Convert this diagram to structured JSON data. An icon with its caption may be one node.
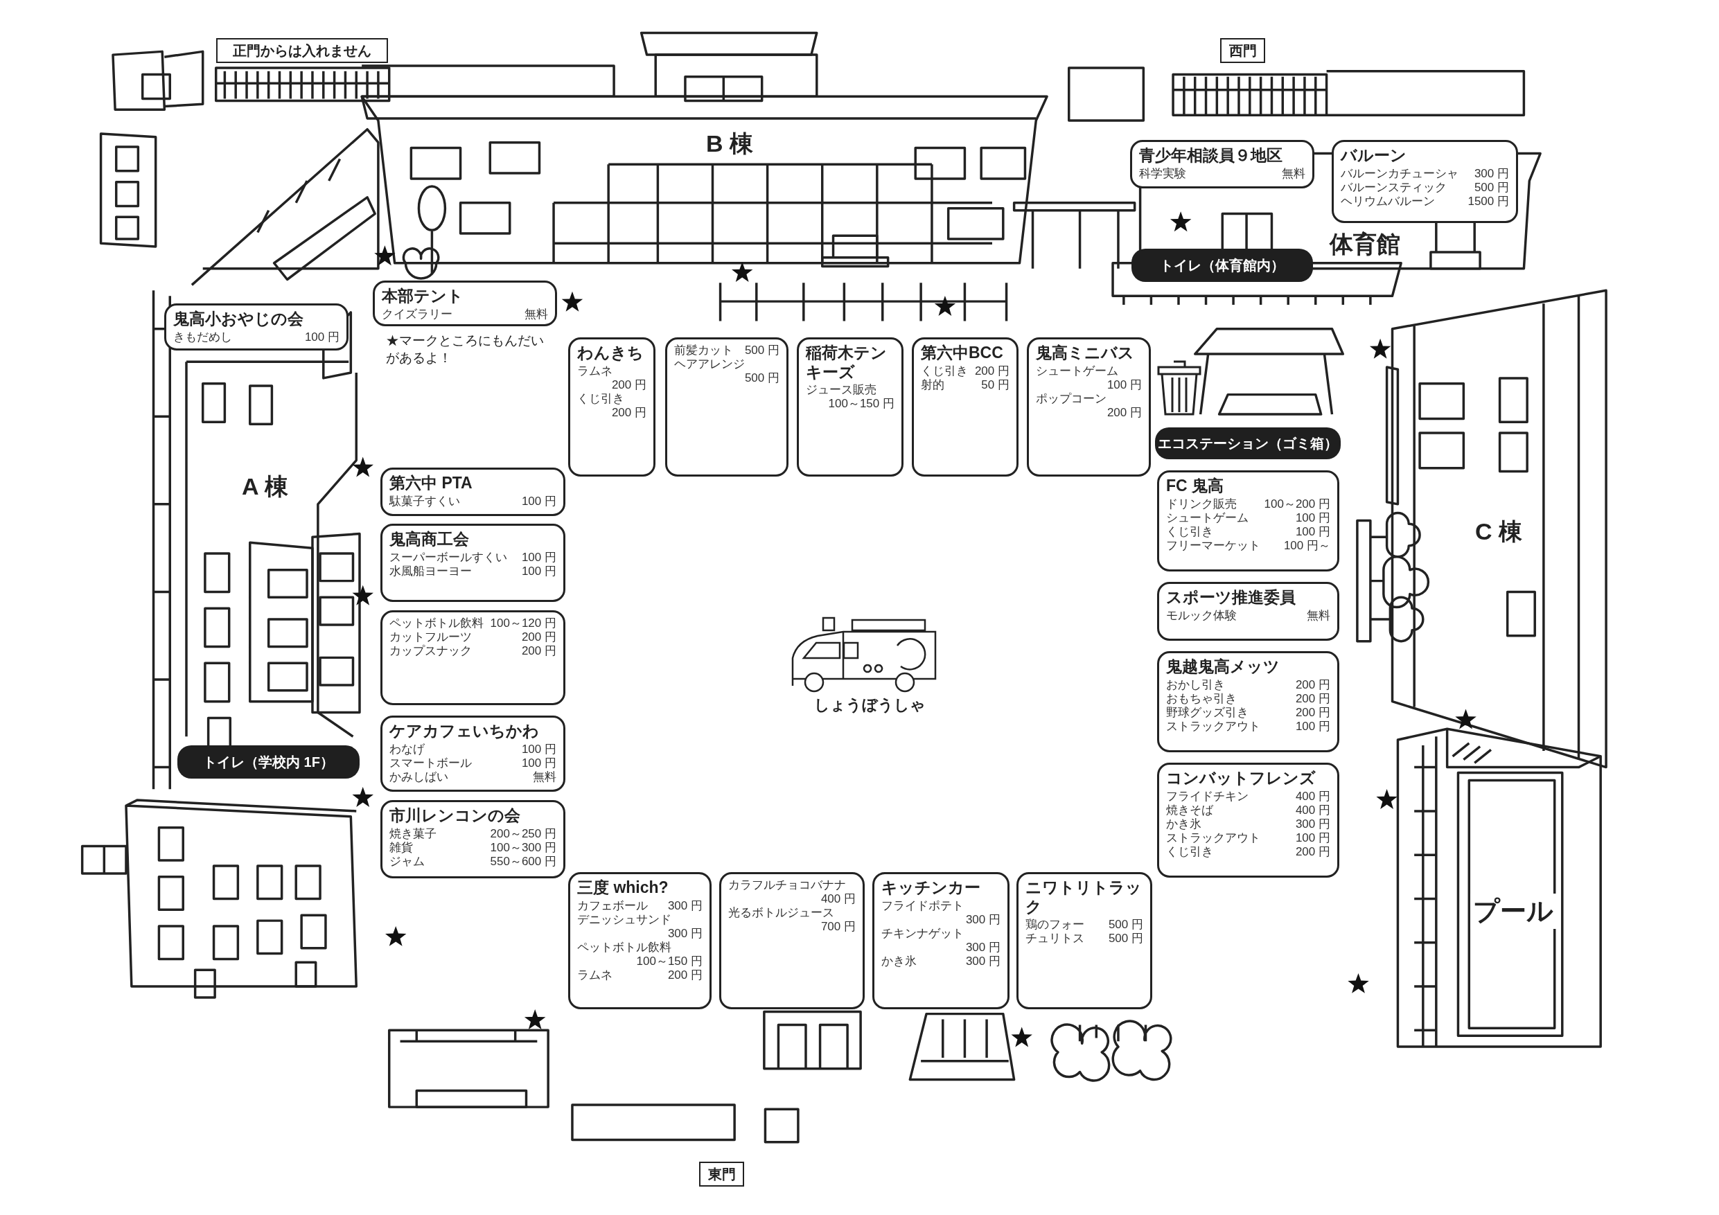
{
  "diagram": {
    "nodes": [
      {
        "text": [
          "正門からは入れません"
        ]
      },
      {
        "text": [
          "西門"
        ]
      },
      {
        "text": [
          "青少年相談員９地区",
          "科学実験",
          "無料"
        ]
      },
      {
        "text": [
          "バルーン",
          "バルーンカチューシャ",
          "300 円",
          "バルーンスティック",
          "500 円",
          "ヘリウムバルーン",
          "1500 円"
        ]
      },
      {
        "text": [
          "トイレ（体育館内）"
        ]
      },
      {
        "text": [
          "本部テント",
          "クイズラリー",
          "無料"
        ]
      },
      {
        "text": [
          "鬼高小おやじの会",
          "きもだめし",
          "100 円"
        ]
      },
      {
        "text": [
          "わんきち",
          "ラムネ",
          "200 円",
          "くじ引き",
          "200 円"
        ]
      },
      {
        "text": [
          "前髪カット",
          "500 円",
          "ヘアアレンジ",
          "500 円"
        ]
      },
      {
        "text": [
          "稲荷木テンキーズ",
          "ジュース販売",
          "100～150 円"
        ]
      },
      {
        "text": [
          "第六中BCC",
          "くじ引き",
          "200 円",
          "射的",
          "50 円"
        ]
      },
      {
        "text": [
          "鬼高ミニバス",
          "シュートゲーム",
          "100 円",
          "ポップコーン",
          "200 円"
        ]
      },
      {
        "text": [
          "エコステーション（ゴミ箱）"
        ]
      },
      {
        "text": [
          "第六中 PTA",
          "駄菓子すくい",
          "100 円"
        ]
      },
      {
        "text": [
          "FC 鬼高",
          "ドリンク販売",
          "100～200 円",
          "シュートゲーム",
          "100 円",
          "くじ引き",
          "100 円",
          "フリーマーケット",
          "100 円～"
        ]
      },
      {
        "text": [
          "鬼高商工会",
          "スーパーボールすくい",
          "100 円",
          "水風船ヨーヨー",
          "100 円"
        ]
      },
      {
        "text": [
          "スポーツ推進委員",
          "モルック体験",
          "無料"
        ]
      },
      {
        "text": [
          "ペットボトル飲料",
          "100～120 円",
          "カットフルーツ",
          "200 円",
          "カップスナック",
          "200 円"
        ]
      },
      {
        "text": [
          "鬼越鬼高メッツ",
          "おかし引き",
          "200 円",
          "おもちゃ引き",
          "200 円",
          "野球グッズ引き",
          "200 円",
          "ストラックアウト",
          "100 円"
        ]
      },
      {
        "text": [
          "ケアカフェいちかわ",
          "わなげ",
          "100 円",
          "スマートボール",
          "100 円",
          "かみしばい",
          "無料"
        ]
      },
      {
        "text": [
          "トイレ（学校内 1F）"
        ]
      },
      {
        "text": [
          "コンバットフレンズ",
          "フライドチキン",
          "400 円",
          "焼きそば",
          "400 円",
          "かき氷",
          "300 円",
          "ストラックアウト",
          "100 円",
          "くじ引き",
          "200 円"
        ]
      },
      {
        "text": [
          "市川レンコンの会",
          "焼き菓子",
          "200～250 円",
          "雑貨",
          "100～300 円",
          "ジャム",
          "550～600 円"
        ]
      },
      {
        "text": [
          "三度 which?",
          "カフェボール",
          "300 円",
          "デニッシュサンド",
          "300 円",
          "ペットボトル飲料",
          "100～150 円",
          "ラムネ",
          "200 円"
        ]
      },
      {
        "text": [
          "カラフルチョコバナナ",
          "400 円",
          "光るボトルジュース",
          "700 円"
        ]
      },
      {
        "text": [
          "キッチンカー",
          "フライドポテト",
          "300 円",
          "チキンナゲット",
          "300 円",
          "かき氷",
          "300 円"
        ]
      },
      {
        "text": [
          "ニワトリトラック",
          "鶏のフォー",
          "500 円",
          "チュリトス",
          "500 円"
        ]
      },
      {
        "text": [
          "東門"
        ]
      }
    ],
    "labels": [
      "B 棟",
      "体育館",
      "★マークところにもんだいがあるよ！",
      "A 棟",
      "C 棟",
      "しょうぼうしゃ",
      "プール"
    ]
  }
}
